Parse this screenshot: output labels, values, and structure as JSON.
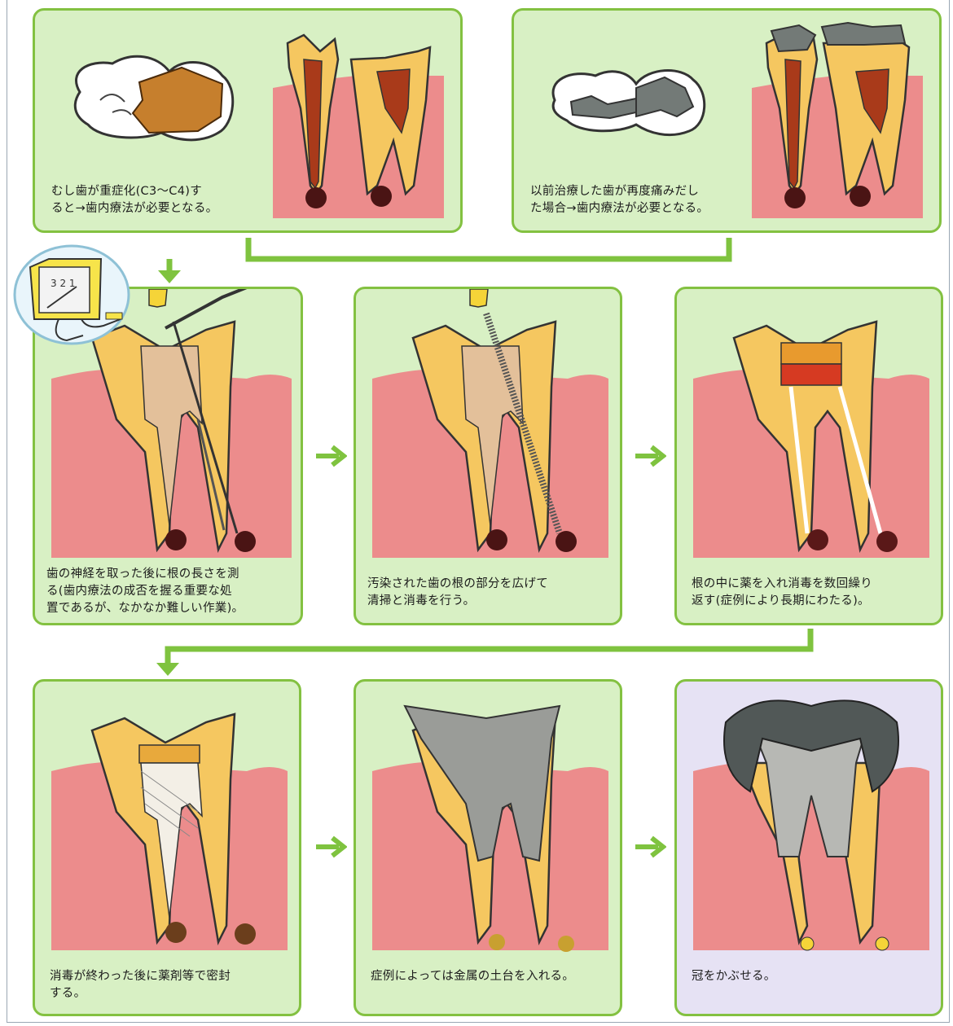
{
  "captions": {
    "p1": [
      "むし歯が重症化(C3〜C4)す",
      "ると→歯内療法が必要となる。"
    ],
    "p2": [
      "以前治療した歯が再度痛みだし",
      "た場合→歯内療法が必要となる。"
    ],
    "s1": [
      "歯の神経を取った後に根の長さを測",
      "る(歯内療法の成否を握る重要な処",
      "置であるが、なかなか難しい作業)。"
    ],
    "s2": [
      "汚染された歯の根の部分を広げて",
      "清掃と消毒を行う。"
    ],
    "s3": [
      "根の中に薬を入れ消毒を数回繰り",
      "返す(症例により長期にわたる)。"
    ],
    "s4": [
      "消毒が終わった後に薬剤等で密封",
      "する。"
    ],
    "s5": [
      "症例によっては金属の土台を入れる。"
    ],
    "s6": [
      "冠をかぶせる。"
    ]
  },
  "meter_label": "3 2 1",
  "colors": {
    "panel_green": "#d8f0c4",
    "panel_border": "#83c141",
    "panel_lavender": "#e6e2f4",
    "gum": "#ec8c8c",
    "tooth": "#f5c760",
    "pulp": "#a93a1a",
    "lesion": "#4a1414",
    "metal": "#8d8f8c",
    "arrow": "#7fc33f"
  },
  "icons": [
    "flow-arrow-icon",
    "apex-locator-icon"
  ]
}
